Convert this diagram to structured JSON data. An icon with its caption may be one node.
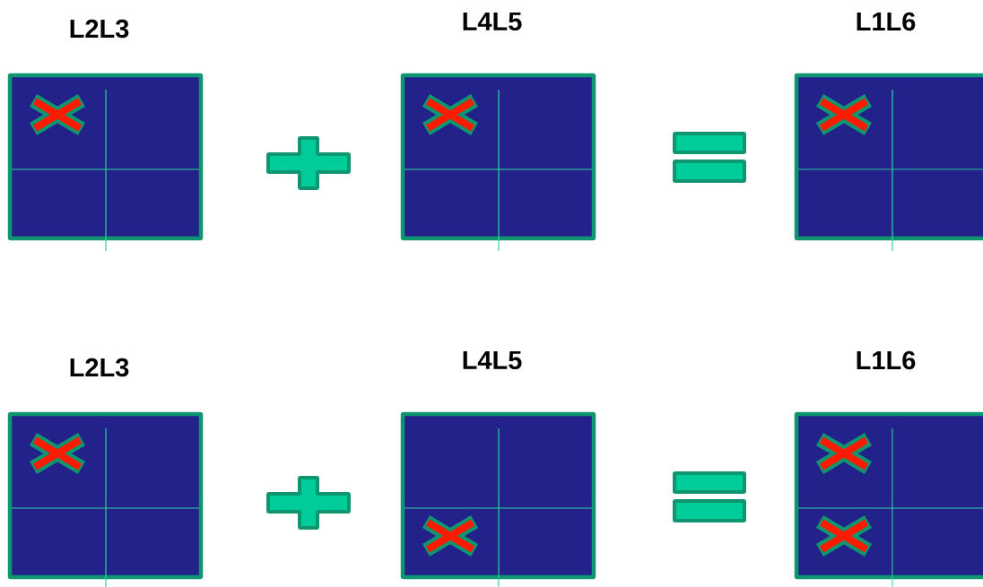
{
  "diagram": {
    "nodes": [
      {
        "text": [
          "L2L3"
        ]
      },
      {
        "text": [],
        "shape": "cross",
        "in": 0
      },
      {
        "text": [],
        "shape": "plus"
      },
      {
        "text": [
          "L4L5"
        ]
      },
      {
        "text": [],
        "shape": "cross",
        "in": 3
      },
      {
        "text": [],
        "shape": "equals"
      },
      {
        "text": [
          "L1L6"
        ]
      },
      {
        "text": [],
        "shape": "cross",
        "in": 6
      },
      {
        "text": [
          "L2L3"
        ]
      },
      {
        "text": [],
        "shape": "cross",
        "in": 8
      },
      {
        "text": [],
        "shape": "plus"
      },
      {
        "text": [
          "L4L5"
        ]
      },
      {
        "text": [],
        "shape": "cross",
        "in": 11
      },
      {
        "text": [],
        "shape": "equals"
      },
      {
        "text": [
          "L1L6"
        ]
      },
      {
        "text": [],
        "shape": "cross",
        "in": 14
      },
      {
        "text": [],
        "shape": "cross",
        "in": 14
      }
    ]
  }
}
